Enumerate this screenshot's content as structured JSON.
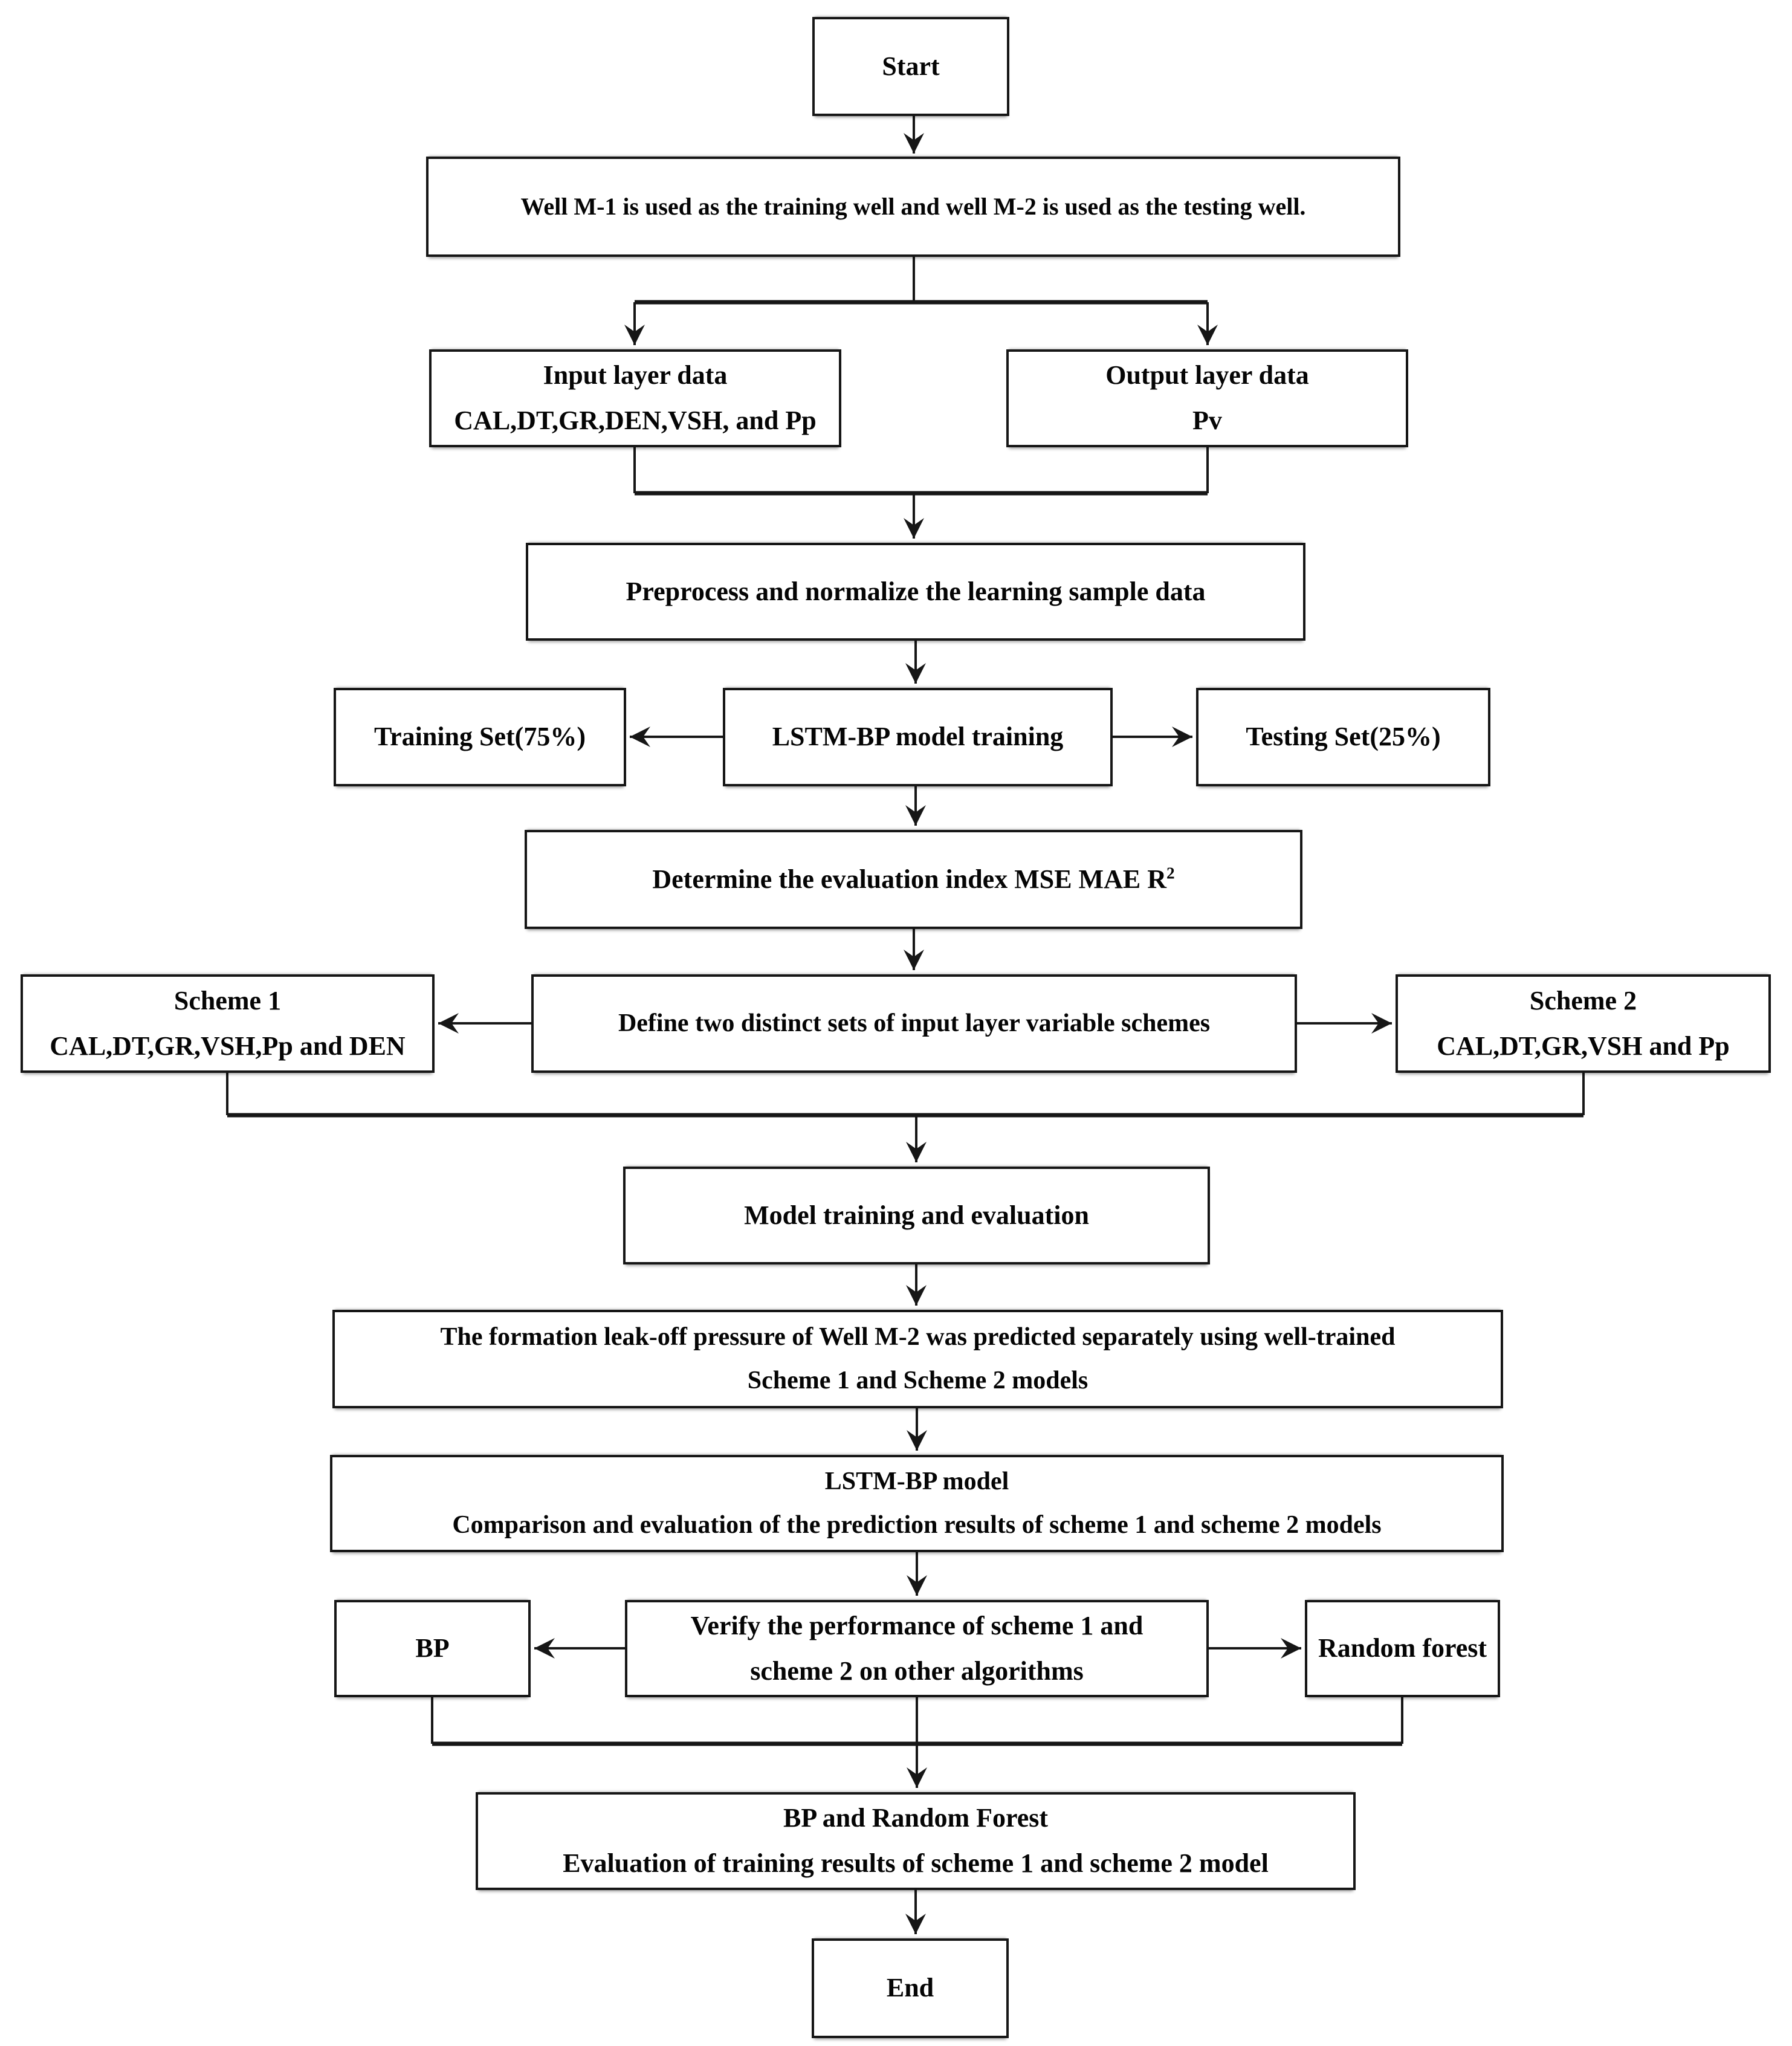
{
  "diagram_type": "flowchart",
  "colors": {
    "background": "#ffffff",
    "box_fill": "#ffffff",
    "box_border": "#161616",
    "line": "#161616",
    "text": "#050505"
  },
  "nodes": {
    "start": {
      "label": "Start"
    },
    "wells": {
      "label": "Well M-1 is used as the training well and well M-2 is used as the testing well."
    },
    "input_layer": {
      "line1": "Input layer data",
      "line2": "CAL,DT,GR,DEN,VSH, and Pp"
    },
    "output_layer": {
      "line1": "Output layer data",
      "line2": "Pv"
    },
    "preprocess": {
      "label": "Preprocess and normalize the learning sample data"
    },
    "training_set": {
      "label": "Training Set(75%)"
    },
    "lstm_training": {
      "label": "LSTM-BP model training"
    },
    "testing_set": {
      "label": "Testing Set(25%)"
    },
    "evaluation_index": {
      "label": "Determine the evaluation index MSE MAE R",
      "superscript": "2"
    },
    "scheme1": {
      "line1": "Scheme 1",
      "line2": "CAL,DT,GR,VSH,Pp and DEN"
    },
    "define_schemes": {
      "label": "Define two distinct sets of input layer variable schemes"
    },
    "scheme2": {
      "line1": "Scheme 2",
      "line2": "CAL,DT,GR,VSH and Pp"
    },
    "model_training": {
      "label": "Model training and evaluation"
    },
    "prediction": {
      "line1": "The formation leak-off pressure of Well M-2 was predicted separately using well-trained",
      "line2": "Scheme 1 and Scheme 2 models"
    },
    "lstm_comparison": {
      "line1": "LSTM-BP model",
      "line2": "Comparison and evaluation of the prediction results of scheme 1 and scheme 2 models"
    },
    "bp": {
      "label": "BP"
    },
    "verify": {
      "line1": "Verify the performance of scheme 1 and",
      "line2": "scheme 2 on other algorithms"
    },
    "random_forest": {
      "label": "Random forest"
    },
    "bp_rf_eval": {
      "line1": "BP and Random Forest",
      "line2": "Evaluation of training results of scheme 1 and scheme 2 model"
    },
    "end": {
      "label": "End"
    }
  },
  "edges": [
    {
      "from": "start",
      "to": "wells",
      "type": "arrow"
    },
    {
      "from": "wells",
      "to": "input_layer",
      "type": "arrow"
    },
    {
      "from": "wells",
      "to": "output_layer",
      "type": "arrow"
    },
    {
      "from": "input_layer",
      "to": "preprocess",
      "type": "merge-arrow"
    },
    {
      "from": "output_layer",
      "to": "preprocess",
      "type": "merge-arrow"
    },
    {
      "from": "preprocess",
      "to": "lstm_training",
      "type": "arrow"
    },
    {
      "from": "lstm_training",
      "to": "training_set",
      "type": "arrow"
    },
    {
      "from": "lstm_training",
      "to": "testing_set",
      "type": "arrow"
    },
    {
      "from": "lstm_training",
      "to": "evaluation_index",
      "type": "arrow"
    },
    {
      "from": "evaluation_index",
      "to": "define_schemes",
      "type": "arrow"
    },
    {
      "from": "define_schemes",
      "to": "scheme1",
      "type": "arrow"
    },
    {
      "from": "define_schemes",
      "to": "scheme2",
      "type": "arrow"
    },
    {
      "from": "scheme1",
      "to": "model_training",
      "type": "merge"
    },
    {
      "from": "scheme2",
      "to": "model_training",
      "type": "merge"
    },
    {
      "from": "define_schemes",
      "to": "model_training",
      "type": "arrow"
    },
    {
      "from": "model_training",
      "to": "prediction",
      "type": "arrow"
    },
    {
      "from": "prediction",
      "to": "lstm_comparison",
      "type": "arrow"
    },
    {
      "from": "lstm_comparison",
      "to": "verify",
      "type": "arrow"
    },
    {
      "from": "verify",
      "to": "bp",
      "type": "arrow"
    },
    {
      "from": "verify",
      "to": "random_forest",
      "type": "arrow"
    },
    {
      "from": "bp",
      "to": "bp_rf_eval",
      "type": "merge"
    },
    {
      "from": "random_forest",
      "to": "bp_rf_eval",
      "type": "merge"
    },
    {
      "from": "verify",
      "to": "bp_rf_eval",
      "type": "arrow"
    },
    {
      "from": "bp_rf_eval",
      "to": "end",
      "type": "arrow"
    }
  ]
}
